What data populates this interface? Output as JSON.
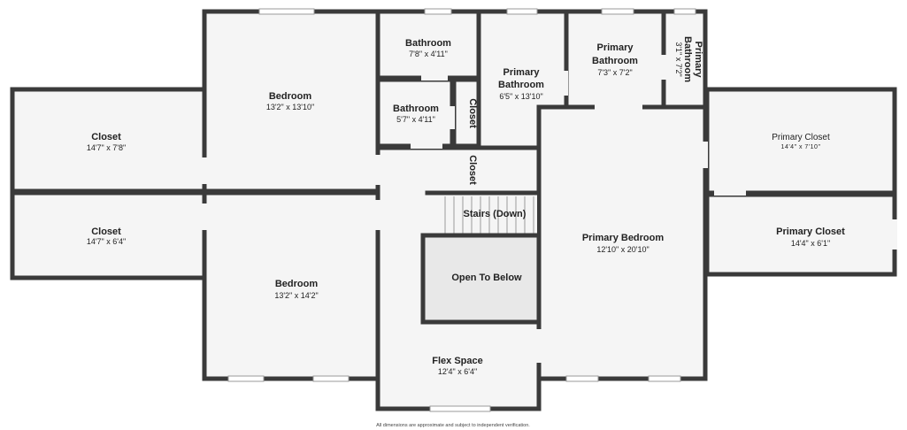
{
  "rooms": {
    "closet_left_top": {
      "name": "Closet",
      "dim": "14'7\" x 7'8\""
    },
    "closet_left_bottom": {
      "name": "Closet",
      "dim": "14'7\" x 6'4\""
    },
    "bedroom_top": {
      "name": "Bedroom",
      "dim": "13'2\" x 13'10\""
    },
    "bedroom_bottom": {
      "name": "Bedroom",
      "dim": "13'2\" x 14'2\""
    },
    "bathroom_top": {
      "name": "Bathroom",
      "dim": "7'8\" x 4'11\""
    },
    "bathroom_small": {
      "name": "Bathroom",
      "dim": "5'7\" x 4'11\""
    },
    "closet_small_top": {
      "name": "Closet"
    },
    "closet_small_bottom": {
      "name": "Closet"
    },
    "primary_bathroom": {
      "name_line1": "Primary",
      "name_line2": "Bathroom",
      "dim": "6'5\" x 13'10\""
    },
    "primary_bathroom_2": {
      "name_line1": "Primary",
      "name_line2": "Bathroom",
      "dim": "7'3\" x 7'2\""
    },
    "primary_bathroom_3": {
      "name_line1": "Primary",
      "name_line2": "Bathroom",
      "dim": "3'1\" x 7'2\""
    },
    "stairs": {
      "name": "Stairs (Down)"
    },
    "open_to_below": {
      "name": "Open To Below"
    },
    "flex_space": {
      "name": "Flex Space",
      "dim": "12'4\" x 6'4\""
    },
    "primary_bedroom": {
      "name": "Primary Bedroom",
      "dim": "12'10\" x 20'10\""
    },
    "primary_closet_top": {
      "name": "Primary Closet",
      "dim": "14'4\" x 7'10\""
    },
    "primary_closet_bottom": {
      "name": "Primary Closet",
      "dim": "14'4\" x 6'1\""
    }
  },
  "footer": {
    "disclaimer": "All dimensions are approximate and subject to independent verification."
  }
}
